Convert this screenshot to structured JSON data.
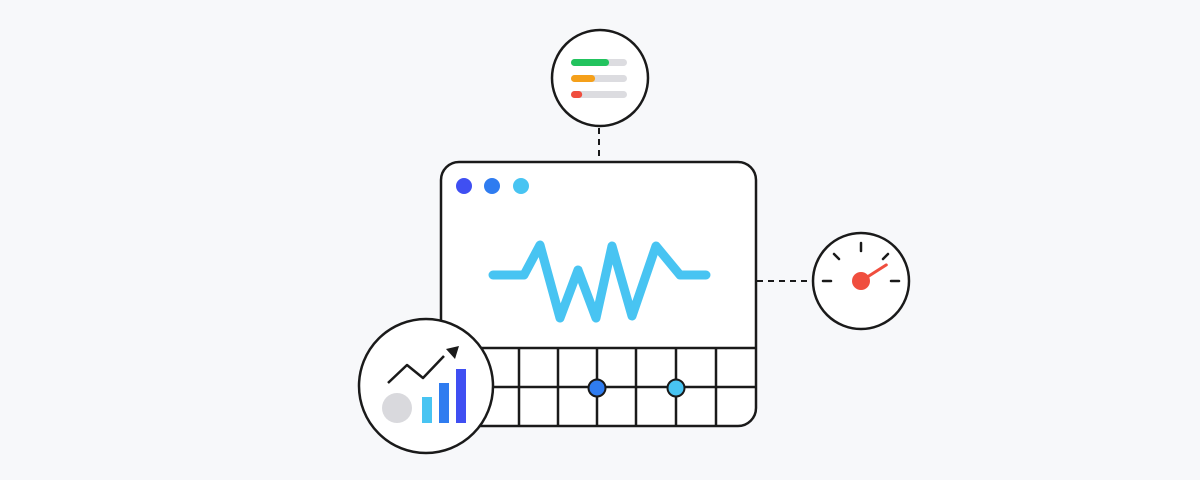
{
  "colors": {
    "background": "#f7f8fa",
    "outline": "#1a1a1a",
    "panel_fill": "#ffffff",
    "dot_1": "#3f4ff2",
    "dot_2": "#2f7cf0",
    "dot_3": "#48c4f2",
    "waveform": "#48c4f2",
    "grid_marker_1": "#2f7cf0",
    "grid_marker_2": "#48c4f2",
    "status_green": "#22c35e",
    "status_orange": "#f5a01a",
    "status_red": "#f04e3e",
    "bar_track": "#dcdce0",
    "needle": "#f04e3e",
    "chart_bar_light": "#48c4f2",
    "chart_bar_mid": "#2f7cf0",
    "chart_bar_dark": "#3f4ff2",
    "chart_disc": "#d9d9dd"
  },
  "icons": {
    "window": "monitoring-window-icon",
    "waveform": "waveform-icon",
    "status_bars": "status-bars-icon",
    "gauge": "speedometer-gauge-icon",
    "growth_chart": "growth-chart-icon"
  },
  "status_bars": [
    {
      "name": "status-bar-green",
      "level": 0.68
    },
    {
      "name": "status-bar-orange",
      "level": 0.43
    },
    {
      "name": "status-bar-red",
      "level": 0.2
    }
  ],
  "gauge": {
    "level": 0.82
  }
}
